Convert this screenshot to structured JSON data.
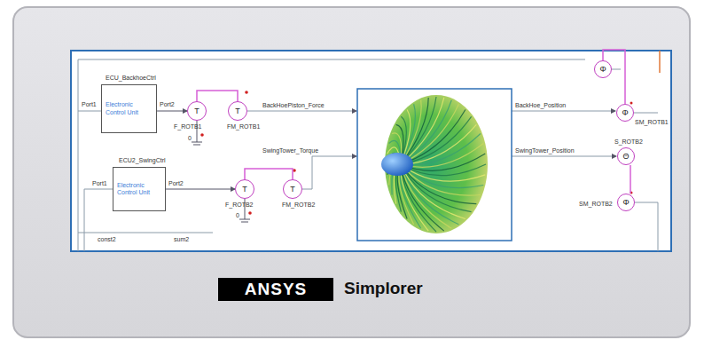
{
  "diagram": {
    "nodes": [
      {
        "text": [
          "ECU_BackhoeCtrl",
          "Electronic Control Unit"
        ]
      },
      {
        "text": [
          "T",
          "F_ROTB1"
        ]
      },
      {
        "text": [
          "T",
          "FM_ROTB1"
        ]
      },
      {
        "text": [
          "Φ"
        ]
      },
      {
        "text": [
          "Φ",
          "SM_ROTB1"
        ]
      },
      {
        "text": [
          "ECU2_SwingCtrl",
          "Electronic Control Unit"
        ]
      },
      {
        "text": [
          "T",
          "F_ROTB2"
        ]
      },
      {
        "text": [
          "T",
          "FM_ROTB2"
        ]
      },
      {
        "text": [
          "Θ",
          "S_ROTB2"
        ]
      },
      {
        "text": [
          "Φ",
          "SM_ROTB2"
        ]
      },
      {
        "text": [
          "ANSYS"
        ]
      }
    ],
    "edges": [
      {
        "from": 0,
        "to": 1,
        "arrow": "to"
      },
      {
        "from": 1,
        "to": 2,
        "arrow": "none"
      },
      {
        "from": 3,
        "to": 4,
        "arrow": "none"
      },
      {
        "from": 5,
        "to": 6,
        "arrow": "to"
      },
      {
        "from": 6,
        "to": 7,
        "arrow": "none"
      },
      {
        "from": 8,
        "to": 9,
        "arrow": "none"
      }
    ],
    "labels": [
      "Port1",
      "Port2",
      "Port1",
      "Port2",
      "0",
      "0",
      "BackHoePiston_Force",
      "BackHoe_Position",
      "SwingTower_Torque",
      "SwingTower_Position",
      "const2",
      "sum2",
      "Simplorer"
    ]
  }
}
